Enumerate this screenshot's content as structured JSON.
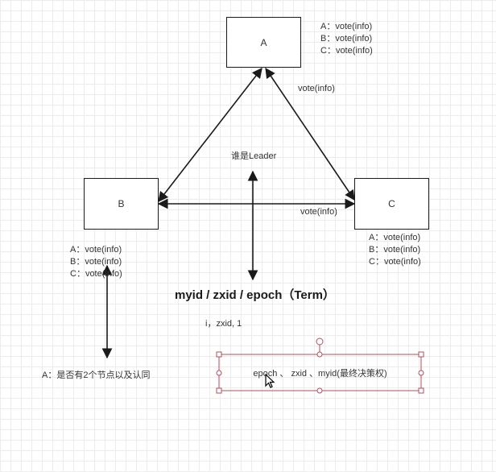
{
  "nodes": {
    "a": {
      "label": "A"
    },
    "b": {
      "label": "B"
    },
    "c": {
      "label": "C"
    }
  },
  "votes": {
    "a": [
      "A：vote(info)",
      "B：vote(info)",
      "C：vote(info)"
    ],
    "b": [
      "A：vote(info)",
      "B：vote(info)",
      "C：vote(info)"
    ],
    "c": [
      "A：vote(info)",
      "B：vote(info)",
      "C：vote(info)"
    ]
  },
  "edge_labels": {
    "a_c": "vote(info)",
    "b_c": "vote(info)"
  },
  "who_is_leader": "谁是Leader",
  "title": "myid / zxid / epoch（Term）",
  "note_i": "i，zxid, 1",
  "quorum_note": "A：是否有2个节点以及认同",
  "selected_text": "epoch 、 zxid 、myid(最终决策权)",
  "colors": {
    "stroke": "#1a1a1a",
    "selection": "#b0505f",
    "grid": "#ececec"
  }
}
